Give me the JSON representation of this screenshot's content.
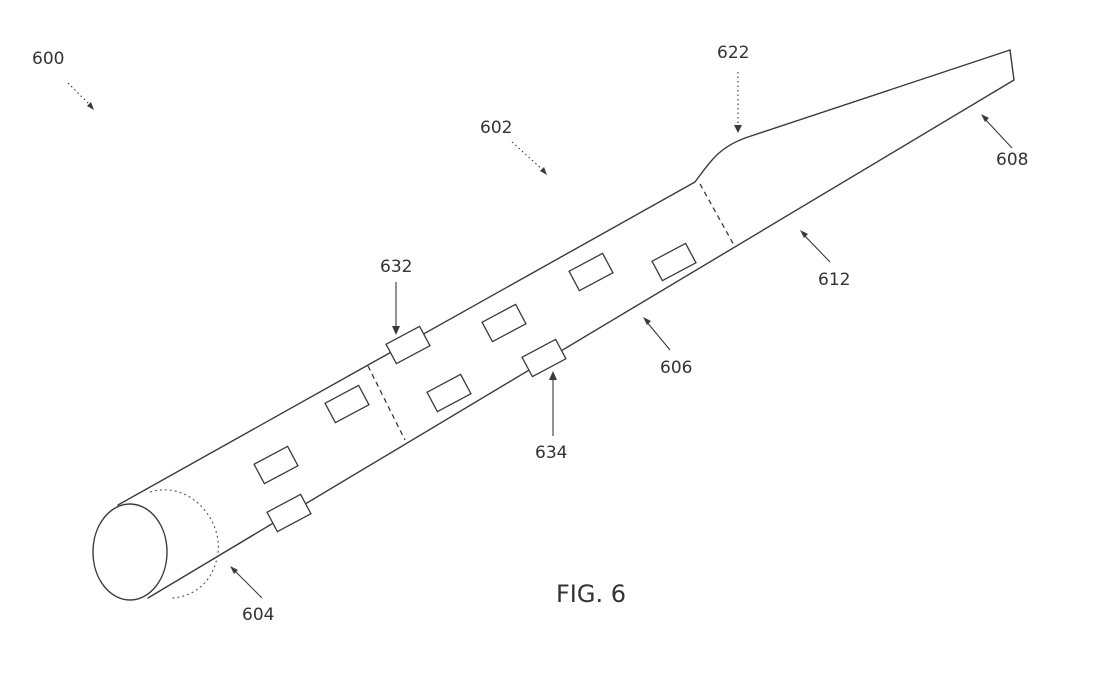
{
  "figure": {
    "caption": "FIG. 6"
  },
  "labels": {
    "ref_600": "600",
    "ref_602": "602",
    "ref_604": "604",
    "ref_606": "606",
    "ref_608": "608",
    "ref_612": "612",
    "ref_622": "622",
    "ref_632": "632",
    "ref_634": "634"
  },
  "colors": {
    "line": "#3a3a3a",
    "background": "#ffffff",
    "text": "#333333"
  }
}
